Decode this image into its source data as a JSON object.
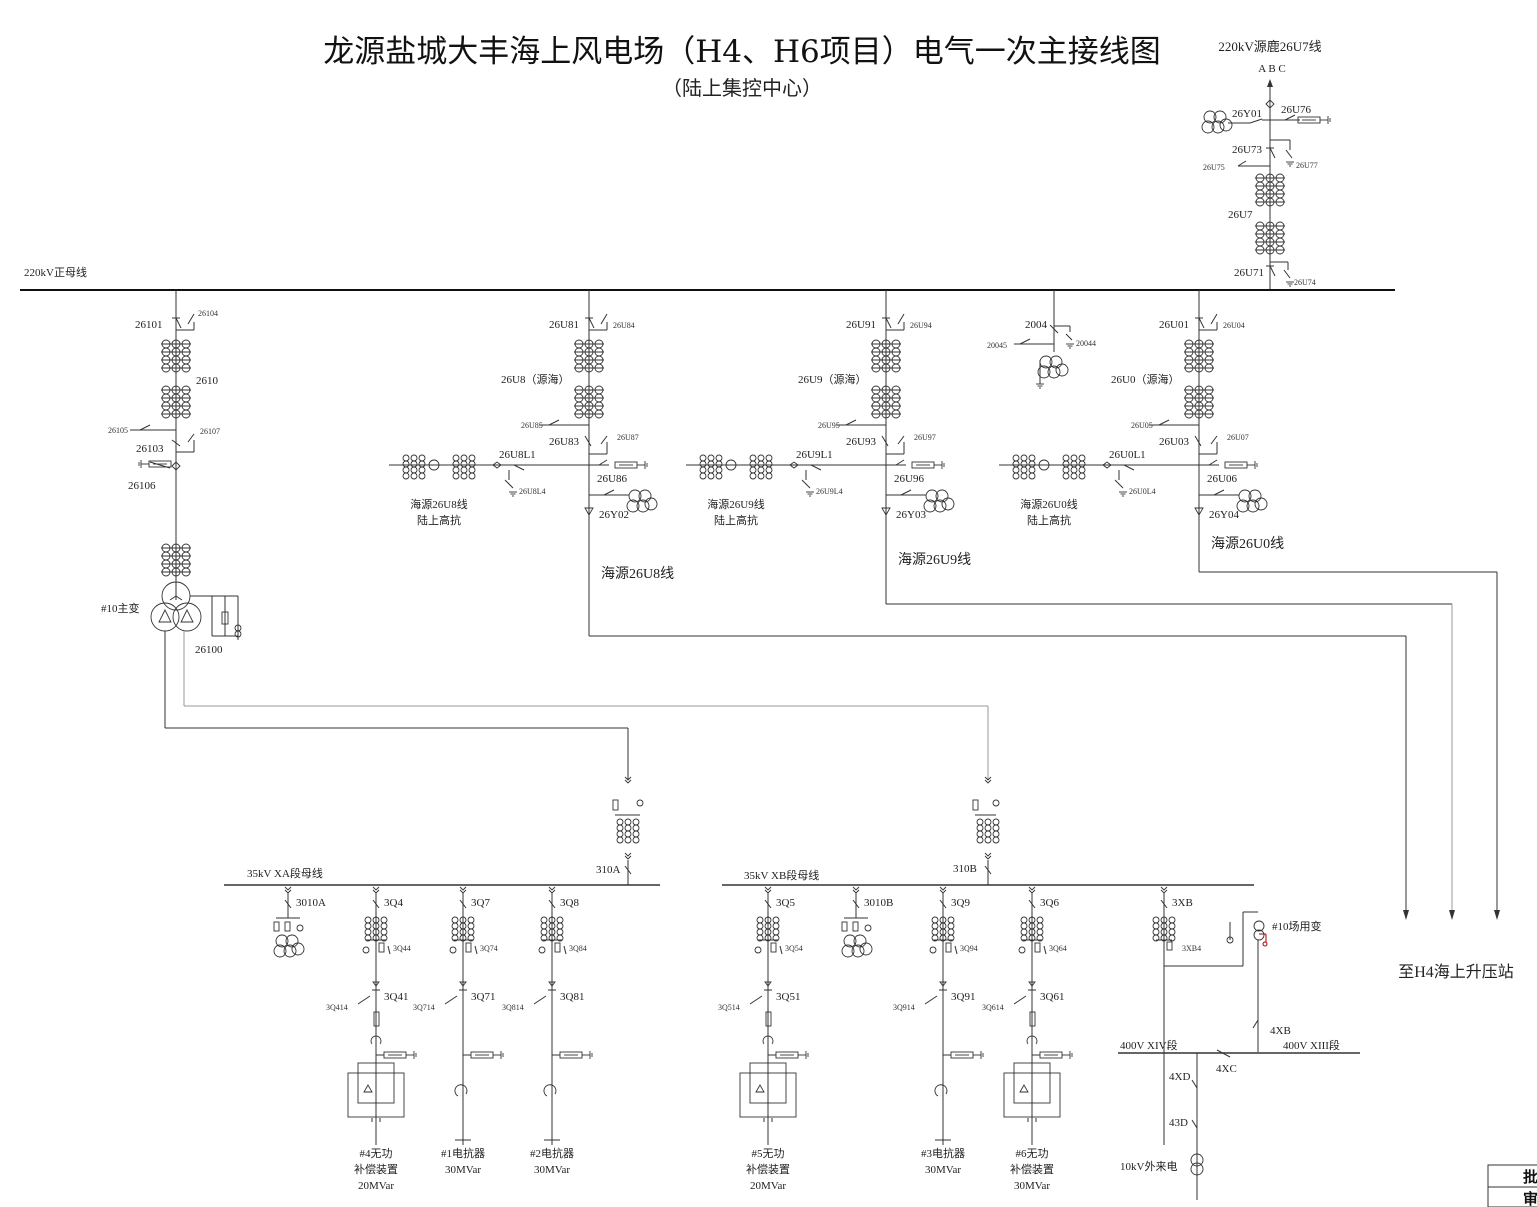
{
  "title": "龙源盐城大丰海上风电场（H4、H6项目）电气一次主接线图",
  "subtitle": "（陆上集控中心）",
  "incoming_line": {
    "name": "220kV源鹿26U7线",
    "phases": "A B C",
    "labels": {
      "pt": "26Y01",
      "arrester_switch": "26U76",
      "disconnector": "26U73",
      "earth_left": "26U75",
      "earth_right": "26U77",
      "breaker": "26U7",
      "bus_disconnector": "26U71",
      "bus_earth": "26U74"
    }
  },
  "bus_220": {
    "name": "220kV正母线"
  },
  "main_transformer_bay": {
    "labels": {
      "bus_disconnector": "26101",
      "bus_earth": "26104",
      "breaker": "2610",
      "earth_left": "26105",
      "line_disconnector": "26103",
      "line_earth": "26107",
      "arrester": "26106",
      "neutral": "26100",
      "transformer": "#10主变"
    }
  },
  "pt_bay": {
    "labels": {
      "disconnector": "2004",
      "earth_left": "20045",
      "earth_right": "20044"
    }
  },
  "feeders": [
    {
      "id": "u8",
      "labels": {
        "bus_disconnector": "26U81",
        "bus_earth": "26U84",
        "breaker": "26U8（源海）",
        "earth_left": "26U85",
        "line_disconnector": "26U83",
        "line_earth": "26U87",
        "reactor_switch": "26U8L1",
        "reactor_earth": "26U8L4",
        "arrester_switch": "26U86",
        "pt": "26Y02",
        "reactor_name_1": "海源26U8线",
        "reactor_name_2": "陆上高抗",
        "line_name": "海源26U8线"
      }
    },
    {
      "id": "u9",
      "labels": {
        "bus_disconnector": "26U91",
        "bus_earth": "26U94",
        "breaker": "26U9（源海）",
        "earth_left": "26U95",
        "line_disconnector": "26U93",
        "line_earth": "26U97",
        "reactor_switch": "26U9L1",
        "reactor_earth": "26U9L4",
        "arrester_switch": "26U96",
        "pt": "26Y03",
        "reactor_name_1": "海源26U9线",
        "reactor_name_2": "陆上高抗",
        "line_name": "海源26U9线"
      }
    },
    {
      "id": "u0",
      "labels": {
        "bus_disconnector": "26U01",
        "bus_earth": "26U04",
        "breaker": "26U0（源海）",
        "earth_left": "26U05",
        "line_disconnector": "26U03",
        "line_earth": "26U07",
        "reactor_switch": "26U0L1",
        "reactor_earth": "26U0L4",
        "arrester_switch": "26U06",
        "pt": "26Y04",
        "reactor_name_1": "海源26U0线",
        "reactor_name_2": "陆上高抗",
        "line_name": "海源26U0线"
      }
    }
  ],
  "destination": "至H4海上升压站",
  "bus_35_a": {
    "name": "35kV XA段母线",
    "incoming": "310A",
    "bays": [
      {
        "switch": "3010A",
        "type": "pt"
      },
      {
        "switch": "3Q4",
        "earth": "3Q44",
        "breaker": "3Q41",
        "breaker_earth": "3Q414",
        "type": "svg",
        "name_1": "#4无功",
        "name_2": "补偿装置",
        "name_3": "20MVar"
      },
      {
        "switch": "3Q7",
        "earth": "3Q74",
        "breaker": "3Q71",
        "breaker_earth": "3Q714",
        "type": "reactor",
        "name_1": "#1电抗器",
        "name_2": "30MVar"
      },
      {
        "switch": "3Q8",
        "earth": "3Q84",
        "breaker": "3Q81",
        "breaker_earth": "3Q814",
        "type": "reactor",
        "name_1": "#2电抗器",
        "name_2": "30MVar"
      }
    ]
  },
  "bus_35_b": {
    "name": "35kV XB段母线",
    "incoming": "310B",
    "bays": [
      {
        "switch": "3Q5",
        "earth": "3Q54",
        "breaker": "3Q51",
        "breaker_earth": "3Q514",
        "type": "svg",
        "name_1": "#5无功",
        "name_2": "补偿装置",
        "name_3": "20MVar"
      },
      {
        "switch": "3010B",
        "type": "pt"
      },
      {
        "switch": "3Q9",
        "earth": "3Q94",
        "breaker": "3Q91",
        "breaker_earth": "3Q914",
        "type": "reactor",
        "name_1": "#3电抗器",
        "name_2": "30MVar"
      },
      {
        "switch": "3Q6",
        "earth": "3Q64",
        "breaker": "3Q61",
        "breaker_earth": "3Q614",
        "type": "svg",
        "name_1": "#6无功",
        "name_2": "补偿装置",
        "name_3": "30MVar"
      },
      {
        "switch": "3XB",
        "earth": "3XB4",
        "type": "station"
      }
    ]
  },
  "station_service": {
    "transformer": "#10场用变",
    "breaker_b": "4XB",
    "bus_left": "400V XIV段",
    "bus_right": "400V XIII段",
    "bus_tie": "4XC",
    "breaker_d": "4XD",
    "breaker_43d": "43D",
    "external": "10kV外来电"
  },
  "title_block": {
    "row1": "批",
    "row2": "审"
  }
}
